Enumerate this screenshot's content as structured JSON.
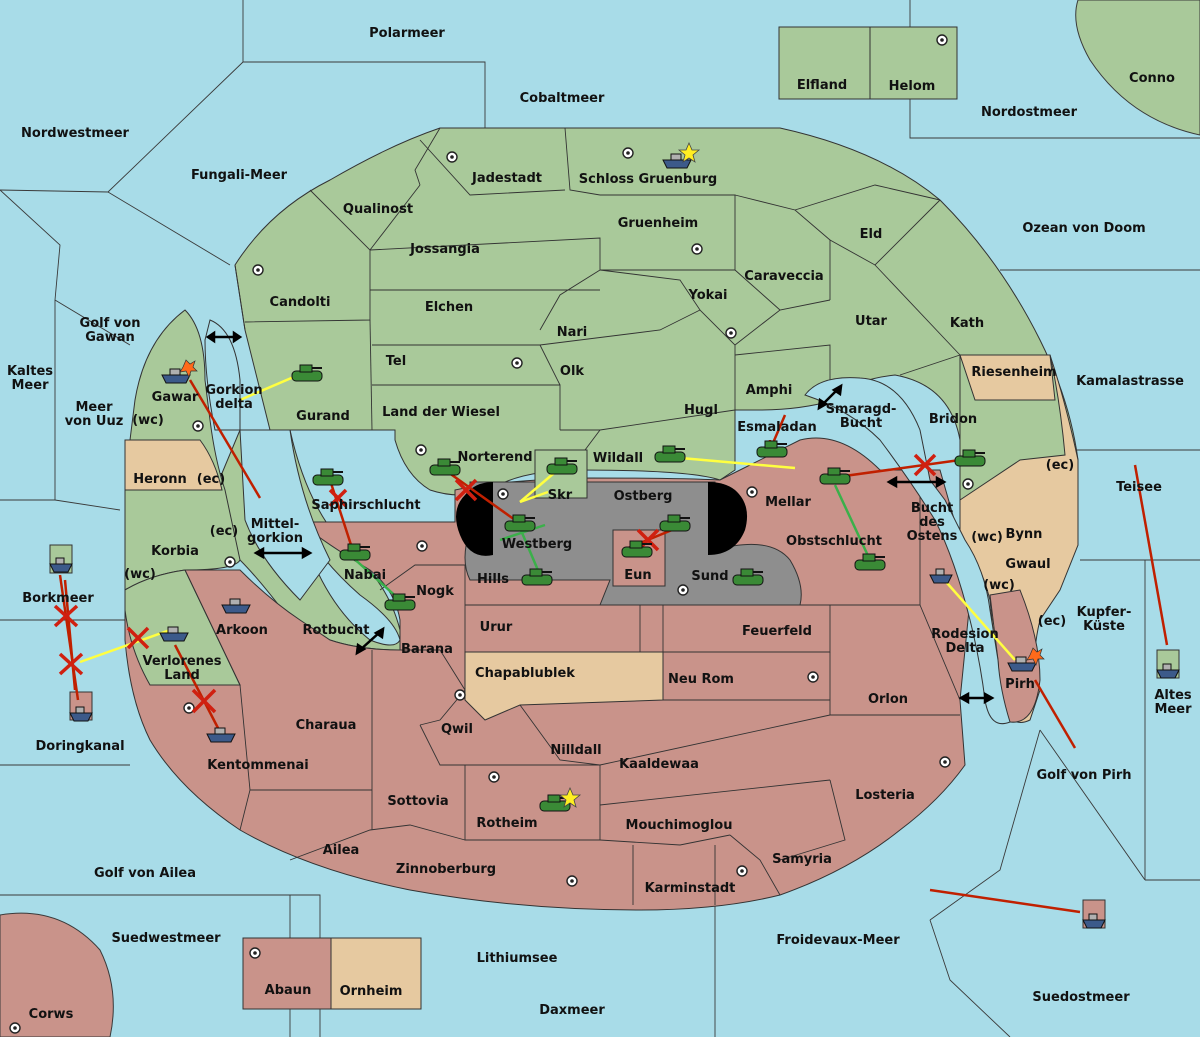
{
  "colors": {
    "sea": "#a8dce8",
    "player_green": "#a9c99a",
    "player_red": "#c9938a",
    "neutral": "#e6c9a0",
    "impassable": "#8e8e8e",
    "border": "#3a3a3a"
  },
  "labels": {
    "polarmeer": "Polarmeer",
    "cobaltmeer": "Cobaltmeer",
    "elfland": "Elfland",
    "helom": "Helom",
    "conno": "Conno",
    "nordostmeer": "Nordostmeer",
    "nordwestmeer": "Nordwestmeer",
    "fungali": "Fungali-Meer",
    "jadestadt": "Jadestadt",
    "schloss": "Schloss Gruenburg",
    "qualinost": "Qualinost",
    "gruenheim": "Gruenheim",
    "eld": "Eld",
    "ozean": "Ozean von Doom",
    "jossangia": "Jossangia",
    "caraveccia": "Caraveccia",
    "candolti": "Candolti",
    "elchen": "Elchen",
    "yokai": "Yokai",
    "utar": "Utar",
    "kath": "Kath",
    "golf_gawan": "Golf von Gawan",
    "nari": "Nari",
    "tel": "Tel",
    "olk": "Olk",
    "riesenheim": "Riesenheim",
    "kaltes": "Kaltes Meer",
    "kamala": "Kamalastrasse",
    "gawar": "Gawar",
    "gorkion": "Gorkion delta",
    "amphi": "Amphi",
    "smaragd": "Smaragd-Bucht",
    "meer_uuz": "Meer von Uuz",
    "gurand": "Gurand",
    "land_wiesel": "Land der Wiesel",
    "hugl": "Hugl",
    "bridon": "Bridon",
    "esmaladan": "Esmaladan",
    "wc1": "(wc)",
    "norterend": "Norterend",
    "wildall": "Wildall",
    "heronn": "Heronn",
    "ec1": "(ec)",
    "skr": "Skr",
    "ostberg": "Ostberg",
    "mellar": "Mellar",
    "ec2": "(ec)",
    "teisee": "Teisee",
    "saphir": "Saphirschlucht",
    "bucht_ostens": "Bucht des Ostens",
    "mittel": "Mittel-gorkion",
    "ec3": "(ec)",
    "westberg": "Westberg",
    "obst": "Obstschlucht",
    "bynn": "Bynn",
    "wc2": "(wc)",
    "korbia": "Korbia",
    "nabai": "Nabai",
    "hills": "Hills",
    "eun": "Eun",
    "sund": "Sund",
    "gwaul": "Gwaul",
    "wc3": "(wc)",
    "borkmeer": "Borkmeer",
    "nogk": "Nogk",
    "wc4": "(wc)",
    "kupfer": "Kupfer-Küste",
    "arkoon": "Arkoon",
    "rotbucht": "Rotbucht",
    "urur": "Urur",
    "feuerfeld": "Feuerfeld",
    "ec4": "(ec)",
    "rodesion": "Rodesion Delta",
    "barana": "Barana",
    "verlorenes": "Verlorenes Land",
    "chapa": "Chapablublek",
    "neurom": "Neu Rom",
    "pirh": "Pirh",
    "altes": "Altes Meer",
    "orlon": "Orlon",
    "doring": "Doringkanal",
    "qwil": "Qwil",
    "charaua": "Charaua",
    "nilldall": "Nilldall",
    "kaaldewaa": "Kaaldewaa",
    "kentom": "Kentommenai",
    "golf_pirh": "Golf von Pirh",
    "losteria": "Losteria",
    "sottovia": "Sottovia",
    "rotheim": "Rotheim",
    "mouchi": "Mouchimoglou",
    "ailea": "Ailea",
    "samyria": "Samyria",
    "zinnober": "Zinnoberburg",
    "golf_ailea": "Golf von Ailea",
    "karmin": "Karminstadt",
    "suedwest": "Suedwestmeer",
    "froideveaux": "Froidevaux-Meer",
    "lithium": "Lithiumsee",
    "abaun": "Abaun",
    "ornheim": "Ornheim",
    "suedost": "Suedostmeer",
    "daxmeer": "Daxmeer",
    "corws": "Corws"
  }
}
